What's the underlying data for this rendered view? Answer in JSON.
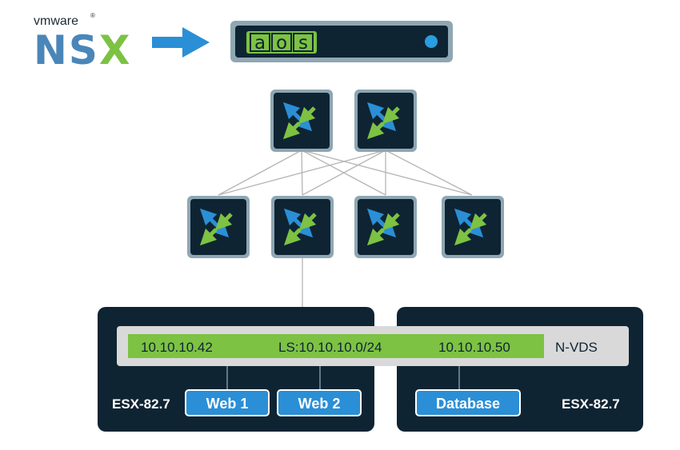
{
  "logo": {
    "brand_text": "vmware",
    "registered_mark": "®",
    "product_text": "NSX"
  },
  "aos_device": {
    "letters": [
      "a",
      "o",
      "s"
    ],
    "status_light": "blue",
    "accent_color": "#7dc243"
  },
  "arrow_icon": "right-arrow-icon",
  "switch_icon": "crossed-arrows-icon",
  "spines": [
    {
      "icon": "crossed-arrows-icon"
    },
    {
      "icon": "crossed-arrows-icon"
    }
  ],
  "leaves": [
    {
      "icon": "crossed-arrows-icon"
    },
    {
      "icon": "crossed-arrows-icon"
    },
    {
      "icon": "crossed-arrows-icon"
    },
    {
      "icon": "crossed-arrows-icon"
    }
  ],
  "hosts": [
    {
      "name": "ESX-82.7",
      "vms": [
        "Web 1",
        "Web 2"
      ]
    },
    {
      "name": "ESX-82.7",
      "vms": [
        "Database"
      ]
    }
  ],
  "nvds_bar": {
    "ip_left": "10.10.10.42",
    "logical_switch": "LS:10.10.10.0/24",
    "ip_right": "10.10.10.50",
    "label": "N-VDS"
  },
  "colors": {
    "dark_navy": "#0f2433",
    "green": "#7dc243",
    "blue": "#2a8fd6",
    "gray_bar": "#d9d9d9"
  }
}
